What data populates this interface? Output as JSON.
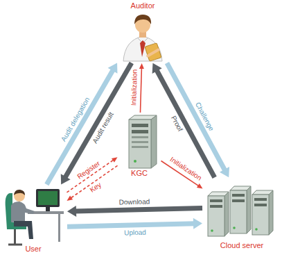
{
  "diagram": {
    "nodes": [
      {
        "text": [
          "Auditor"
        ]
      },
      {
        "text": [
          "KGC"
        ]
      },
      {
        "text": [
          "User"
        ]
      },
      {
        "text": [
          "Cloud server"
        ]
      }
    ],
    "edges": [
      {
        "from": 2,
        "to": 0,
        "label": "Audit delegation",
        "arrow": "to"
      },
      {
        "from": 0,
        "to": 2,
        "label": "Audit result",
        "arrow": "to"
      },
      {
        "from": 0,
        "to": 3,
        "label": "Challenge",
        "arrow": "to"
      },
      {
        "from": 3,
        "to": 0,
        "label": "Proof",
        "arrow": "to"
      },
      {
        "from": 1,
        "to": 0,
        "label": "Initialization",
        "arrow": "to"
      },
      {
        "from": 1,
        "to": 3,
        "label": "Initialization",
        "arrow": "to"
      },
      {
        "from": 2,
        "to": 1,
        "label": "Register",
        "arrow": "to"
      },
      {
        "from": 1,
        "to": 2,
        "label": "Key",
        "arrow": "to"
      },
      {
        "from": 3,
        "to": 2,
        "label": "Download",
        "arrow": "to"
      },
      {
        "from": 2,
        "to": 3,
        "label": "Upload",
        "arrow": "to"
      }
    ]
  }
}
